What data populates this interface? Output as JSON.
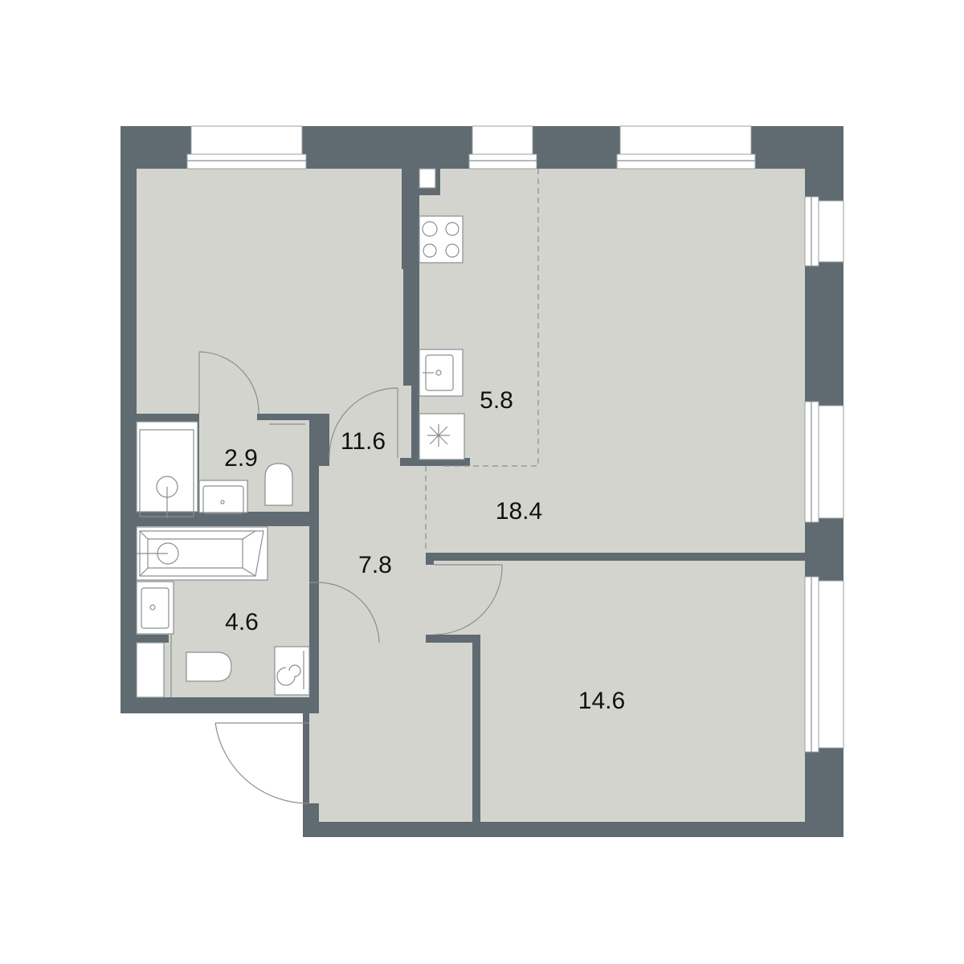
{
  "plan": {
    "colors": {
      "wall": "#5f6b71",
      "floor": "#d3d4cd",
      "fixture": "#ffffff"
    },
    "rooms": [
      {
        "id": "bedroom-1",
        "area": "11.6"
      },
      {
        "id": "bathroom-small",
        "area": "2.9"
      },
      {
        "id": "kitchen",
        "area": "5.8"
      },
      {
        "id": "living-room",
        "area": "18.4"
      },
      {
        "id": "hallway",
        "area": "7.8"
      },
      {
        "id": "bathroom",
        "area": "4.6"
      },
      {
        "id": "bedroom-2",
        "area": "14.6"
      }
    ]
  }
}
